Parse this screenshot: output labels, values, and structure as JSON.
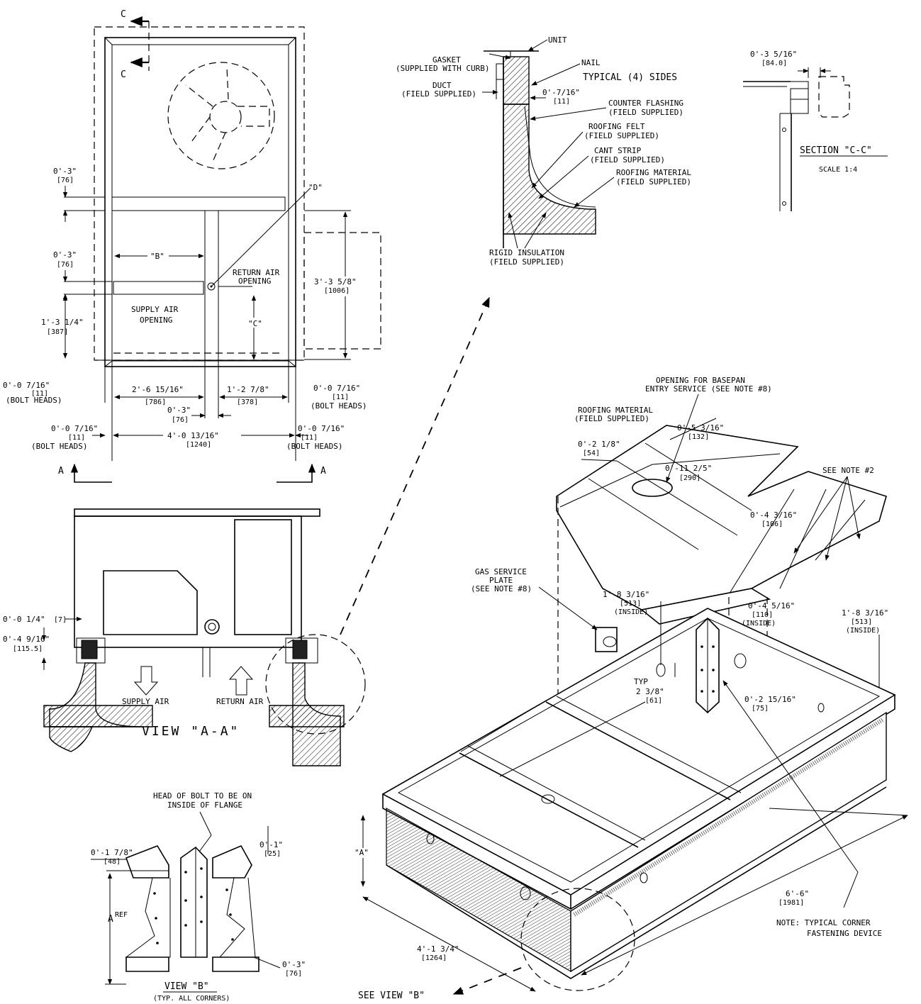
{
  "plan": {
    "section_marker": "C",
    "view_marker": "A",
    "point_d": "\"D\"",
    "dim_b": "\"B\"",
    "dim_c": "\"C\"",
    "return_air_opening": [
      "RETURN AIR",
      "OPENING"
    ],
    "supply_air_opening": [
      "SUPPLY AIR",
      "OPENING"
    ],
    "dims_left": [
      {
        "ft": "0'-3\"",
        "mm": "[76]"
      },
      {
        "ft": "0'-3\"",
        "mm": "[76]"
      },
      {
        "ft": "1'-3 1/4\"",
        "mm": "[387]"
      }
    ],
    "dim_right": {
      "ft": "3'-3 5/8\"",
      "mm": "[1006]"
    },
    "bolt_left": {
      "ft": "0'-0 7/16\"",
      "mm": "[11]",
      "note": "(BOLT HEADS)"
    },
    "bolt_right": {
      "ft": "0'-0 7/16\"",
      "mm": "[11]",
      "note": "(BOLT HEADS)"
    },
    "bolt_left_2": {
      "ft": "0'-0 7/16\"",
      "mm": "[11]",
      "note": "(BOLT HEADS)"
    },
    "bolt_right_2": {
      "ft": "0'-0 7/16\"",
      "mm": "[11]",
      "note": "(BOLT HEADS)"
    },
    "dim_bottom_1": {
      "ft": "2'-6 15/16\"",
      "mm": "[786]"
    },
    "dim_bottom_2": {
      "ft": "1'-2 7/8\"",
      "mm": "[378]"
    },
    "dim_bottom_3": {
      "ft": "0'-3\"",
      "mm": "[76]"
    },
    "dim_overall": {
      "ft": "4'-0 13/16\"",
      "mm": "[1240]"
    }
  },
  "detail": {
    "unit": "UNIT",
    "gasket": [
      "GASKET",
      "(SUPPLIED WITH CURB)"
    ],
    "nail": "NAIL",
    "typical": "TYPICAL (4) SIDES",
    "duct": [
      "DUCT",
      "(FIELD SUPPLIED)"
    ],
    "dim": {
      "ft": "0'-7/16\"",
      "mm": "[11]"
    },
    "counter_flashing": [
      "COUNTER FLASHING",
      "(FIELD SUPPLIED)"
    ],
    "roofing_felt": [
      "ROOFING FELT",
      "(FIELD SUPPLIED)"
    ],
    "cant_strip": [
      "CANT STRIP",
      "(FIELD SUPPLIED)"
    ],
    "roofing_material": [
      "ROOFING MATERIAL",
      "(FIELD SUPPLIED)"
    ],
    "rigid_insulation": [
      "RIGID INSULATION",
      "(FIELD SUPPLIED)"
    ]
  },
  "section_cc": {
    "dim": {
      "ft": "0'-3 5/16\"",
      "mm": "[84.0]"
    },
    "title": "SECTION \"C-C\"",
    "scale": "SCALE 1:4"
  },
  "view_aa": {
    "title": "VIEW \"A-A\"",
    "supply_air": "SUPPLY AIR",
    "return_air": "RETURN AIR",
    "dim_1": {
      "ft": "0'-0 1/4\"",
      "mm": "[7]"
    },
    "dim_2": {
      "ft": "0'-4 9/16\"",
      "mm": "[115.5]"
    }
  },
  "view_b": {
    "head_note": [
      "HEAD OF BOLT TO BE ON",
      "INSIDE OF FLANGE"
    ],
    "dim_1": {
      "ft": "0'-1 7/8\"",
      "mm": "[48]"
    },
    "dim_2": {
      "ft": "0'-1\"",
      "mm": "[25]"
    },
    "dim_3": {
      "ft": "0'-3\"",
      "mm": "[76]"
    },
    "a_label": "A",
    "ref_label": "REF",
    "title": "VIEW \"B\"",
    "subtitle": "(TYP. ALL CORNERS)"
  },
  "iso": {
    "opening_note": [
      "OPENING FOR BASEPAN",
      "ENTRY SERVICE (SEE NOTE #8)"
    ],
    "roofing_material": [
      "ROOFING MATERIAL",
      "(FIELD SUPPLIED)"
    ],
    "see_note_2": "SEE NOTE #2",
    "dim_132": {
      "ft": "0'-5 3/16\"",
      "mm": "[132]"
    },
    "dim_54": {
      "ft": "0'-2 1/8\"",
      "mm": "[54]"
    },
    "dim_290": {
      "ft": "0'-11 2/5\"",
      "mm": "[290]"
    },
    "dim_106": {
      "ft": "0'-4 3/16\"",
      "mm": "[106]"
    },
    "gas_plate": [
      "GAS SERVICE",
      "PLATE",
      "(SEE NOTE #8)"
    ],
    "dim_513_left": {
      "ft": "1'-8 3/16\"",
      "mm": "[513]",
      "note": "(INSIDE)"
    },
    "dim_110": {
      "ft": "0'-4 5/16\"",
      "mm": "[110]",
      "note": "(INSIDE)"
    },
    "dim_513_right": {
      "ft": "1'-8 3/16\"",
      "mm": "[513]",
      "note": "(INSIDE)"
    },
    "typ": "TYP",
    "dim_61": {
      "ft": "2 3/8\"",
      "mm": "[61]"
    },
    "dim_75": {
      "ft": "0'-2 15/16\"",
      "mm": "[75]"
    },
    "dim_a": "\"A\"",
    "dim_length": {
      "ft": "6'-6\"",
      "mm": "[1981]"
    },
    "dim_width": {
      "ft": "4'-1 3/4\"",
      "mm": "[1264]"
    },
    "see_view_b": "SEE VIEW \"B\"",
    "corner_note": [
      "NOTE: TYPICAL CORNER",
      "FASTENING DEVICE"
    ]
  }
}
